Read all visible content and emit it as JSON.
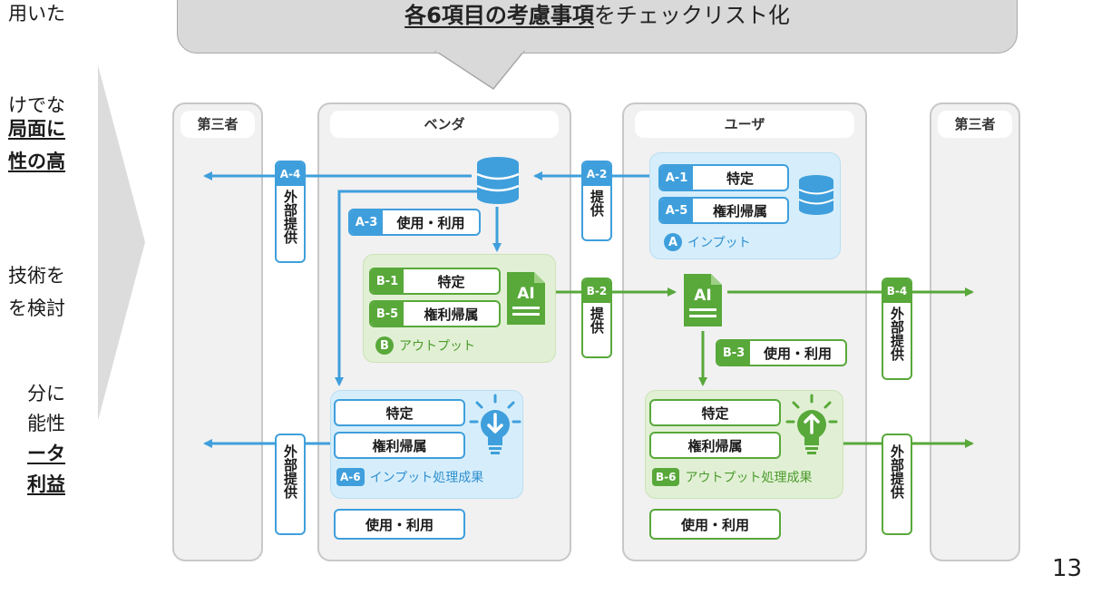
{
  "left_text": [
    {
      "text": "用いた",
      "bold": false
    },
    {
      "text": "けでな",
      "bold": false
    },
    {
      "text": "局面に",
      "bold": true
    },
    {
      "text": "性の高",
      "bold": true
    },
    {
      "text": "技術を",
      "bold": false
    },
    {
      "text": "を検討",
      "bold": false
    },
    {
      "text": "分に",
      "bold": false
    },
    {
      "text": "能性",
      "bold": false
    },
    {
      "text": "ータ",
      "bold": true
    },
    {
      "text": "利益",
      "bold": true
    }
  ],
  "bubble": {
    "highlight": "各6項目の考慮事項",
    "rest": "をチェックリスト化"
  },
  "lanes": {
    "third_party_left": "第三者",
    "vendor": "ベンダ",
    "user": "ユーザ",
    "third_party_right": "第三者"
  },
  "input_panel": {
    "a1": {
      "tag": "A-1",
      "label": "特定"
    },
    "a5": {
      "tag": "A-5",
      "label": "権利帰属"
    },
    "caption_badge": "A",
    "caption": "インプット"
  },
  "output_panel": {
    "b1": {
      "tag": "B-1",
      "label": "特定"
    },
    "b5": {
      "tag": "B-5",
      "label": "権利帰属"
    },
    "caption_badge": "B",
    "caption": "アウトプット"
  },
  "input_result": {
    "item1": "特定",
    "item2": "権利帰属",
    "caption_badge": "A-6",
    "caption": "インプット処理成果",
    "use": "使用・利用"
  },
  "output_result": {
    "item1": "特定",
    "item2": "権利帰属",
    "caption_badge": "B-6",
    "caption": "アウトプット処理成果",
    "use": "使用・利用"
  },
  "a3": {
    "tag": "A-3",
    "label": "使用・利用"
  },
  "b3": {
    "tag": "B-3",
    "label": "使用・利用"
  },
  "a2": {
    "tag": "A-2",
    "label": "提供"
  },
  "b2": {
    "tag": "B-2",
    "label": "提供"
  },
  "a4": {
    "tag": "A-4",
    "label": "外部提供"
  },
  "b4": {
    "tag": "B-4",
    "label": "外部提供"
  },
  "ext_left": {
    "label": "外部提供"
  },
  "ext_right": {
    "label": "外部提供"
  },
  "ai_label": "AI",
  "page_number": "13",
  "colors": {
    "blue": "#3f9fdc",
    "green": "#58a83a",
    "lane_bg": "#f1f1f1",
    "bubble_bg": "#d9d9d9"
  }
}
